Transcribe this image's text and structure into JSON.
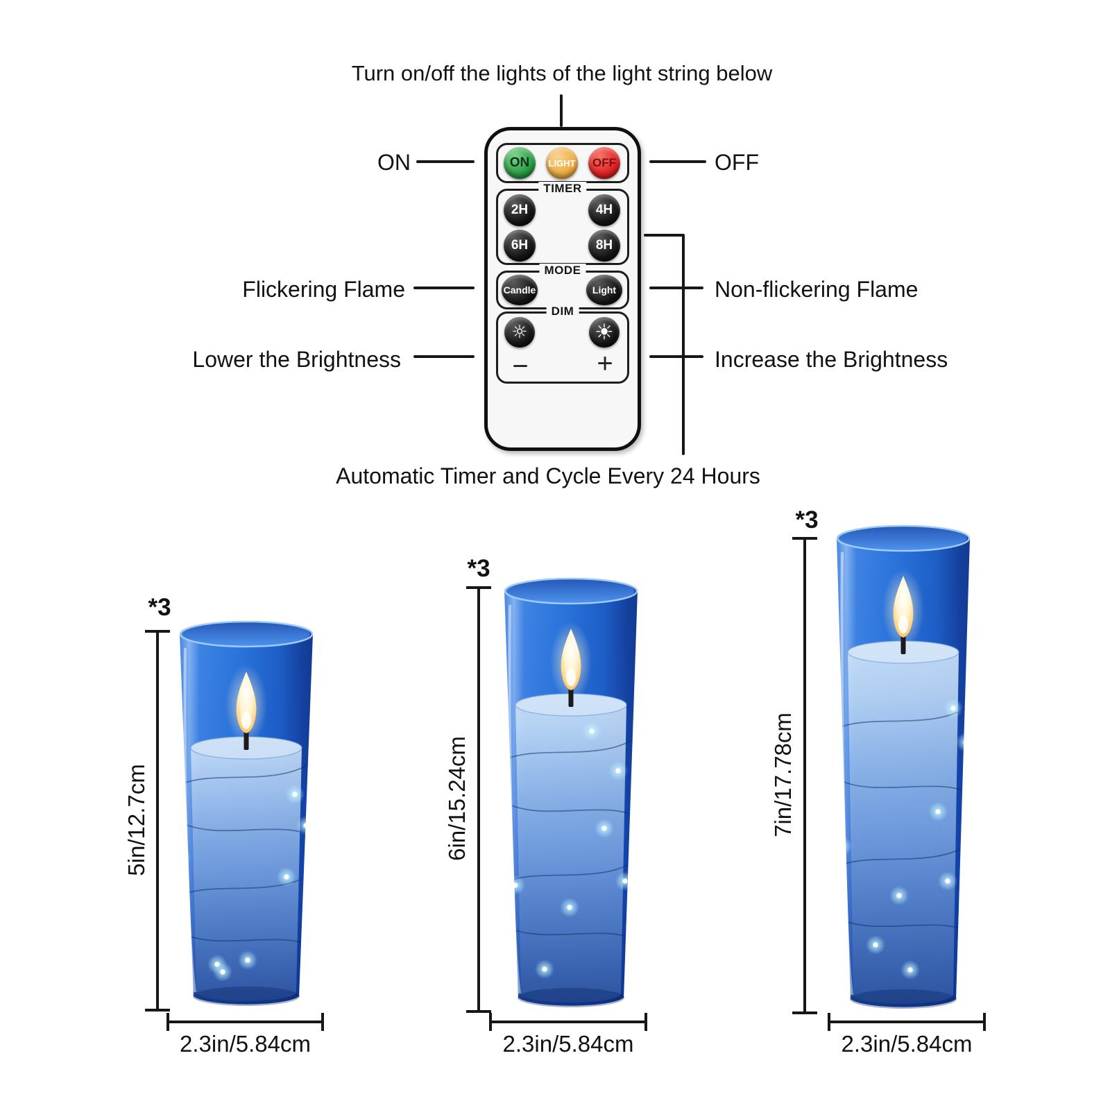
{
  "header": {
    "title": "Turn on/off the lights of the light string below"
  },
  "callouts": {
    "on": "ON",
    "off": "OFF",
    "flickering_flame": "Flickering Flame",
    "non_flickering_flame": "Non-flickering Flame",
    "lower_brightness": "Lower the Brightness",
    "increase_brightness": "Increase the Brightness",
    "auto_timer": "Automatic Timer and Cycle Every 24 Hours"
  },
  "remote": {
    "power_buttons": [
      {
        "label": "ON",
        "color": "#2da044"
      },
      {
        "label": "LIGHT",
        "color": "#efae45"
      },
      {
        "label": "OFF",
        "color": "#e32424"
      }
    ],
    "timer": {
      "label": "TIMER",
      "buttons": [
        "2H",
        "4H",
        "6H",
        "8H"
      ]
    },
    "mode": {
      "label": "MODE",
      "buttons": [
        "Candle",
        "Light"
      ]
    },
    "dim": {
      "label": "DIM",
      "low_icon": "☼",
      "high_icon": "☀",
      "minus": "−",
      "plus": "+"
    }
  },
  "candles": [
    {
      "qty": "*3",
      "height_label": "5in/12.7cm",
      "width_label": "2.3in/5.84cm"
    },
    {
      "qty": "*3",
      "height_label": "6in/15.24cm",
      "width_label": "2.3in/5.84cm"
    },
    {
      "qty": "*3",
      "height_label": "7in/17.78cm",
      "width_label": "2.3in/5.84cm"
    }
  ],
  "colors": {
    "glass_blue": "#2a74dc",
    "led_glow": "#bdf4ff",
    "flame": "#ffd78c",
    "line_color": "#171717",
    "button_green": "#2da044",
    "button_amber": "#efae45",
    "button_red": "#e32424"
  }
}
